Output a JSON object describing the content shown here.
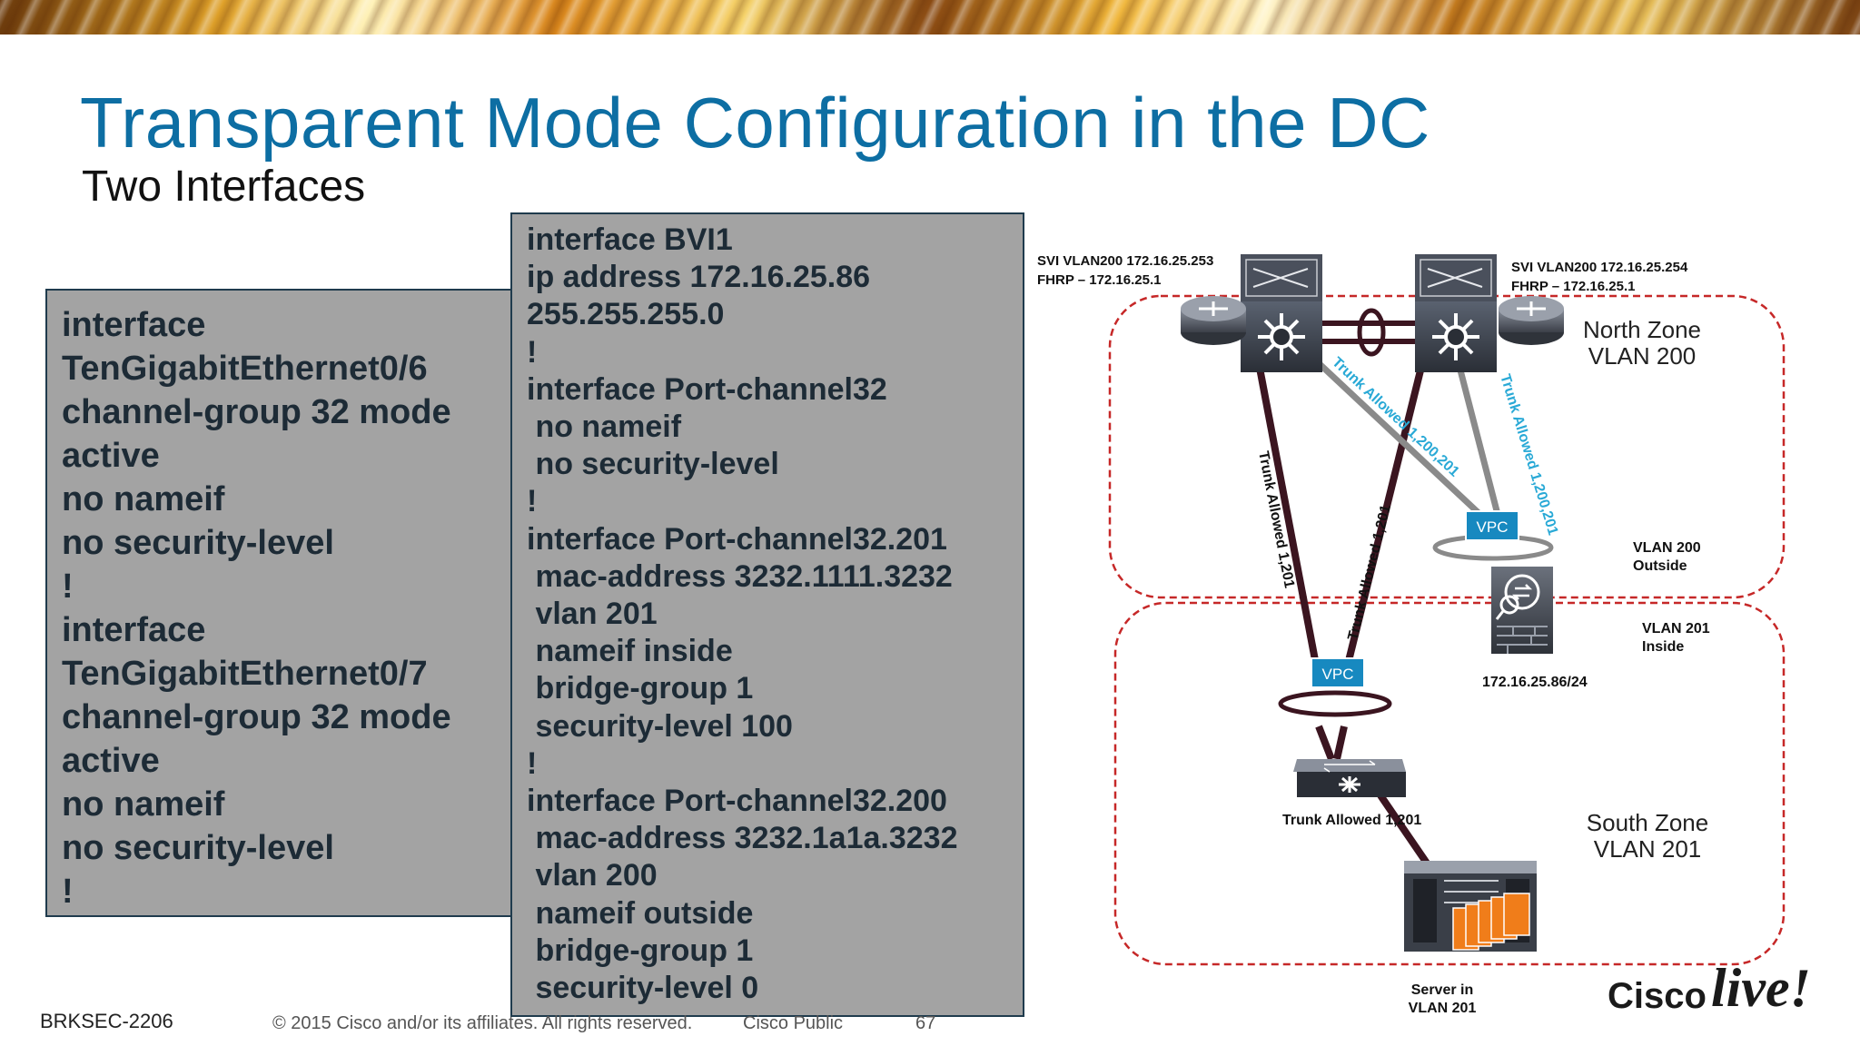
{
  "slide": {
    "title": "Transparent Mode Configuration in the DC",
    "subtitle": "Two Interfaces"
  },
  "left_config": [
    "interface",
    "TenGigabitEthernet0/6",
    "channel-group 32 mode",
    "active",
    "no nameif",
    "no security-level",
    "!",
    "interface",
    "TenGigabitEthernet0/7",
    "channel-group 32 mode",
    "active",
    "no nameif",
    "no security-level",
    "!"
  ],
  "mid_config": [
    "interface BVI1",
    "ip address 172.16.25.86",
    "255.255.255.0",
    "!",
    "interface Port-channel32",
    " no nameif",
    " no security-level",
    "!",
    "interface Port-channel32.201",
    " mac-address 3232.1111.3232",
    " vlan 201",
    " nameif inside",
    " bridge-group 1",
    " security-level 100",
    "!",
    "interface Port-channel32.200",
    " mac-address 3232.1a1a.3232",
    " vlan 200",
    " nameif outside",
    " bridge-group 1",
    " security-level 0"
  ],
  "diagram": {
    "svi_left_line1": "SVI VLAN200 172.16.25.253",
    "svi_left_line2": "FHRP – 172.16.25.1",
    "svi_right_line1": "SVI VLAN200 172.16.25.254",
    "svi_right_line2": "FHRP – 172.16.25.1",
    "north_zone_line1": "North Zone",
    "north_zone_line2": "VLAN 200",
    "south_zone_line1": "South Zone",
    "south_zone_line2": "VLAN 201",
    "vlan200_line1": "VLAN 200",
    "vlan200_line2": "Outside",
    "vlan201_line1": "VLAN 201",
    "vlan201_line2": "Inside",
    "firewall_ip": "172.16.25.86/24",
    "trunk_left": "Trunk Allowed 1,201",
    "trunk_mid": "Trunk Allowed 1,201",
    "trunk_cyan1": "Trunk Allowed 1,200,201",
    "trunk_cyan2": "Trunk Allowed 1,200,201",
    "trunk_bottom": "Trunk Allowed 1,201",
    "vpc_top": "VPC",
    "vpc_bottom": "VPC",
    "server_line1": "Server in",
    "server_line2": "VLAN 201"
  },
  "footer": {
    "session": "BRKSEC-2206",
    "copyright": "© 2015 Cisco and/or its affiliates. All rights reserved.",
    "classification": "Cisco Public",
    "page": "67"
  },
  "logo": {
    "brand": "Cisco",
    "suffix": "live!"
  },
  "colors": {
    "title": "#0d6ea3",
    "codebox_bg": "#a3a3a3",
    "zone_border": "#c62828",
    "trunk_cyan": "#29a9d6",
    "vpc_box": "#1789c0"
  }
}
